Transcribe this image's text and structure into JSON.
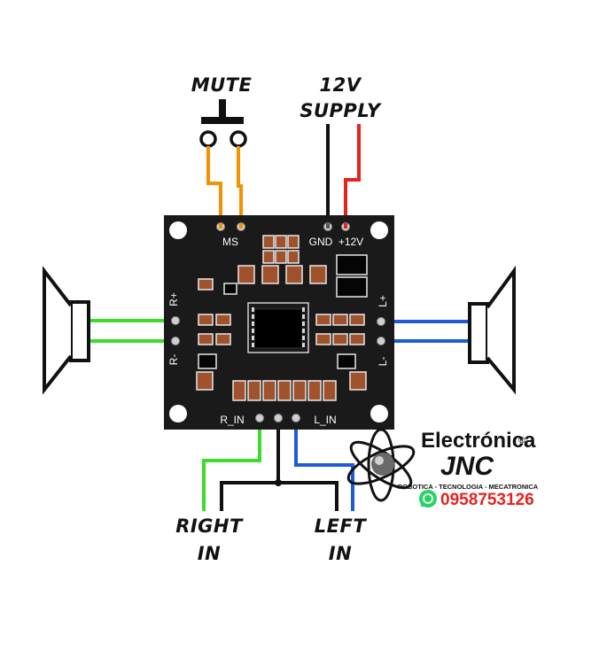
{
  "labels": {
    "mute": "MUTE",
    "supply_line1": "12V",
    "supply_line2": "SUPPLY",
    "right_in_line1": "RIGHT",
    "right_in_line2": "IN",
    "left_in_line1": "LEFT",
    "left_in_line2": "IN"
  },
  "pcb": {
    "ms": "MS",
    "gnd": "GND",
    "plus12v": "+12V",
    "r_plus": "R+",
    "r_minus": "R-",
    "l_plus": "L+",
    "l_minus": "L-",
    "r_in": "R_IN",
    "l_in": "L_IN"
  },
  "brand": {
    "name": "Electrónica",
    "registered": "®",
    "short": "JNC",
    "tagline": "ROBOTICA - TECNOLOGIA - MECATRONICA",
    "phone": "0958753126"
  },
  "colors": {
    "orange": "#f39200",
    "green": "#3ddc2a",
    "blue": "#1e5bd6",
    "red": "#e52420",
    "black": "#111111",
    "pcb": "#1a1a1a",
    "smd": "#a0522d",
    "whatsapp": "#25d366",
    "phone": "#e52420"
  }
}
